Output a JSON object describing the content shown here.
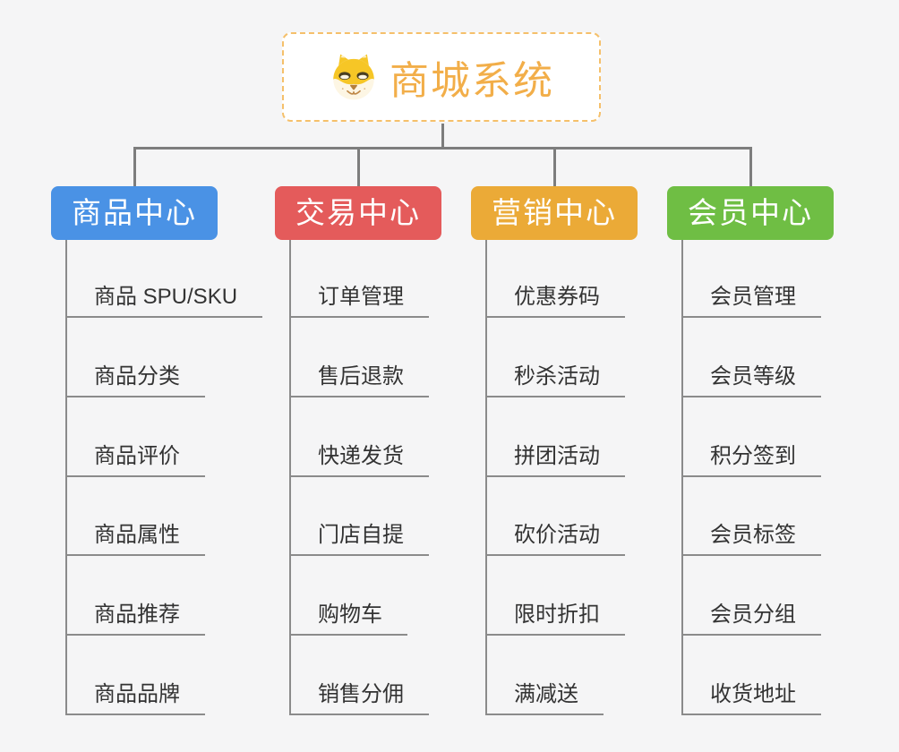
{
  "page": {
    "background_color": "#f5f5f6",
    "connector_color": "#7d7d7d",
    "leaf_line_color": "#8b8b8b",
    "leaf_text_color": "#333333"
  },
  "root": {
    "title": "商城系统",
    "icon": "dog-face-icon",
    "text_color": "#f2ae49",
    "border_color": "#f5c06b",
    "background": "#ffffff"
  },
  "branches": [
    {
      "label": "商品中心",
      "color": "#4a92e5",
      "children": [
        "商品 SPU/SKU",
        "商品分类",
        "商品评价",
        "商品属性",
        "商品推荐",
        "商品品牌"
      ]
    },
    {
      "label": "交易中心",
      "color": "#e45b5b",
      "children": [
        "订单管理",
        "售后退款",
        "快递发货",
        "门店自提",
        "购物车",
        "销售分佣"
      ]
    },
    {
      "label": "营销中心",
      "color": "#ebaa37",
      "children": [
        "优惠券码",
        "秒杀活动",
        "拼团活动",
        "砍价活动",
        "限时折扣",
        "满减送"
      ]
    },
    {
      "label": "会员中心",
      "color": "#6fbe44",
      "children": [
        "会员管理",
        "会员等级",
        "积分签到",
        "会员标签",
        "会员分组",
        "收货地址"
      ]
    }
  ]
}
